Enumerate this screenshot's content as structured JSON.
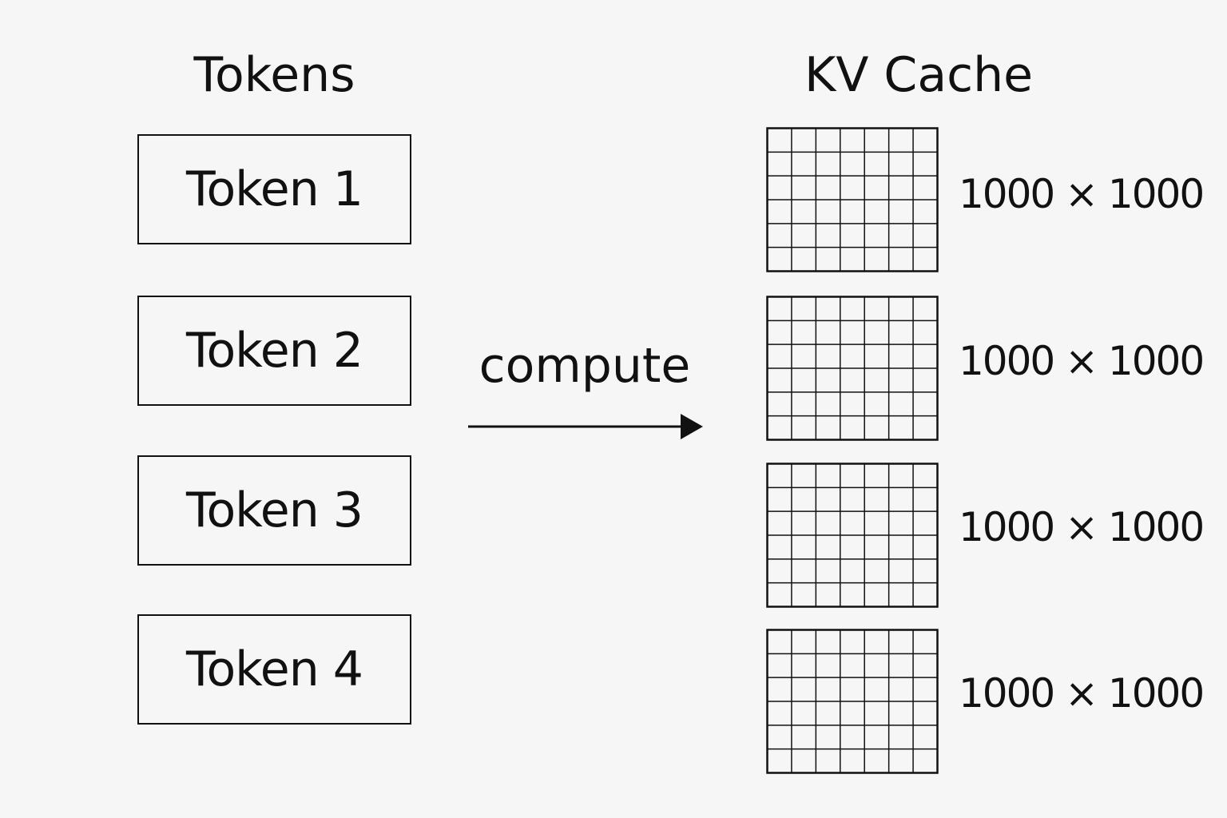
{
  "headings": {
    "tokens": "Tokens",
    "kv_cache": "KV Cache"
  },
  "tokens": [
    {
      "label": "Token 1"
    },
    {
      "label": "Token 2"
    },
    {
      "label": "Token 3"
    },
    {
      "label": "Token 4"
    }
  ],
  "arrow": {
    "label": "compute"
  },
  "kv_cache": [
    {
      "dimension": "1000 × 1000"
    },
    {
      "dimension": "1000 × 1000"
    },
    {
      "dimension": "1000 × 1000"
    },
    {
      "dimension": "1000 × 1000"
    }
  ],
  "colors": {
    "background": "#f6f6f6",
    "stroke": "#111111"
  }
}
